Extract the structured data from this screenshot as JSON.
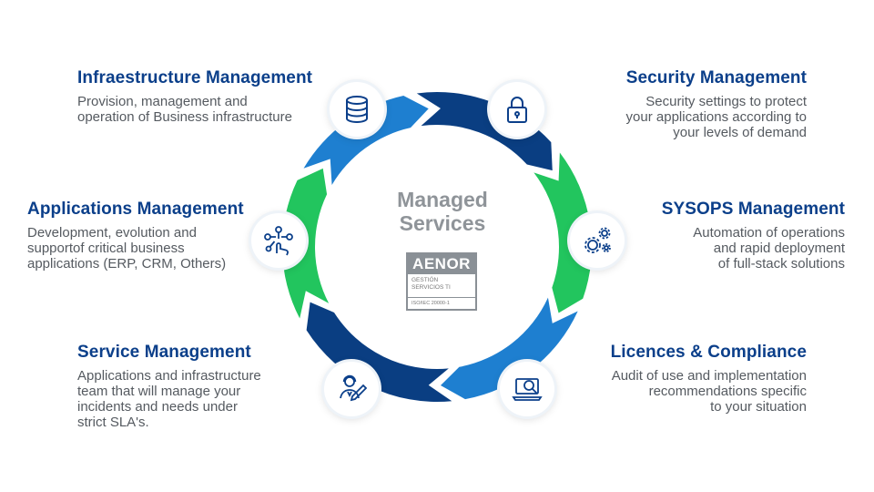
{
  "center": {
    "title": "Managed\nServices",
    "badge": {
      "brand": "AENOR",
      "text": "Gestión\nServicios TI",
      "standard": "ISO/IEC 20000-1"
    }
  },
  "services": [
    {
      "title": "Infraestructure Management",
      "description": "Provision, management and\noperation of Business infrastructure",
      "icon": "database-icon"
    },
    {
      "title": "Security Management",
      "description": "Security settings to protect\nyour applications according to\nyour levels of demand",
      "icon": "padlock-icon"
    },
    {
      "title": "Applications Management",
      "description": "Development, evolution and\nsupportof critical business\napplications (ERP, CRM, Others)",
      "icon": "touch-network-icon"
    },
    {
      "title": "SYSOPS Management",
      "description": "Automation of operations\nand rapid deployment\nof full-stack solutions",
      "icon": "gears-icon"
    },
    {
      "title": "Service Management",
      "description": "Applications and infrastructure\nteam that will manage your\nincidents and needs under\nstrict SLA's.",
      "icon": "support-agent-icon"
    },
    {
      "title": "Licences & Compliance",
      "description": "Audit of use and implementation\nrecommendations specific\nto your situation",
      "icon": "laptop-search-icon"
    }
  ],
  "colors": {
    "green": "#22c55e",
    "light_blue": "#1e7fd0",
    "dark_blue": "#0a3e82",
    "title_blue": "#0b3f8a",
    "text_gray": "#555a60"
  }
}
